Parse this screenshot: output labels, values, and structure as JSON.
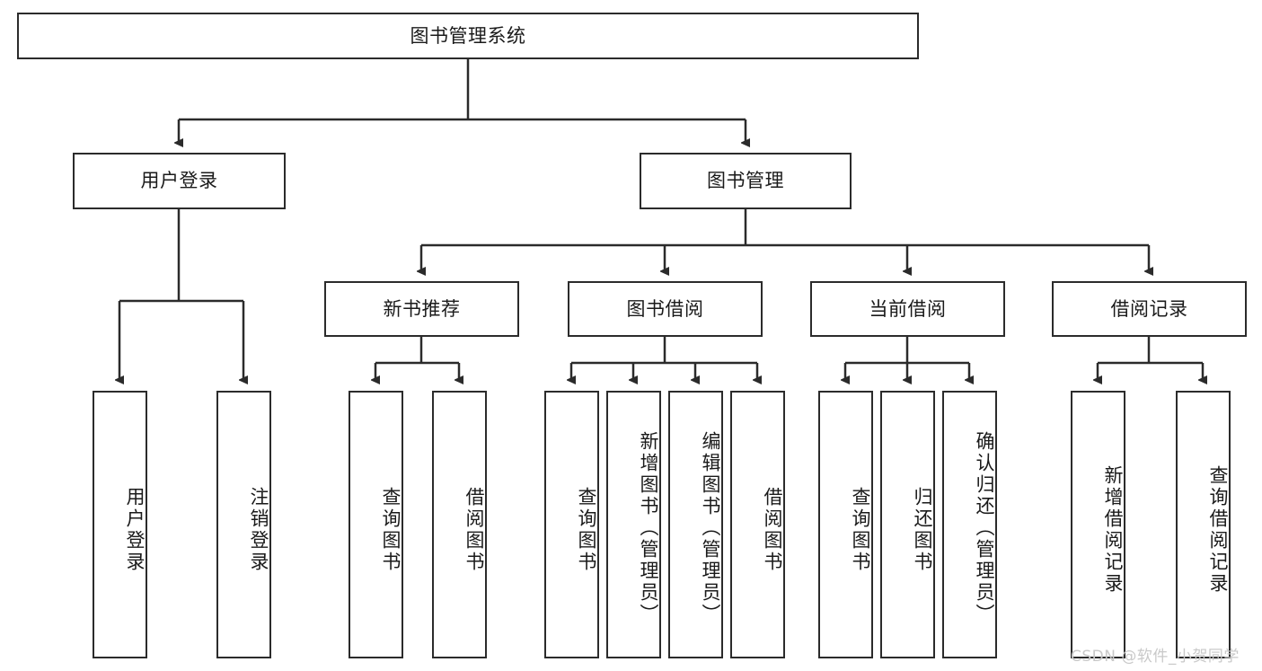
{
  "diagram": {
    "type": "hierarchy-tree",
    "title": "图书管理系统",
    "root": {
      "label": "图书管理系统"
    },
    "level2": [
      {
        "label": "用户登录"
      },
      {
        "label": "图书管理"
      }
    ],
    "level3": [
      {
        "label": "新书推荐"
      },
      {
        "label": "图书借阅"
      },
      {
        "label": "当前借阅"
      },
      {
        "label": "借阅记录"
      }
    ],
    "leaves": {
      "user_login": [
        {
          "label": "用户登录"
        },
        {
          "label": "注销登录"
        }
      ],
      "new_book_recommend": [
        {
          "label": "查询图书"
        },
        {
          "label": "借阅图书"
        }
      ],
      "book_borrow": [
        {
          "label": "查询图书"
        },
        {
          "label": "新增图书（管理员）"
        },
        {
          "label": "编辑图书（管理员）"
        },
        {
          "label": "借阅图书"
        }
      ],
      "current_borrow": [
        {
          "label": "查询图书"
        },
        {
          "label": "归还图书"
        },
        {
          "label": "确认归还（管理员）"
        }
      ],
      "borrow_record": [
        {
          "label": "新增借阅记录"
        },
        {
          "label": "查询借阅记录"
        }
      ]
    }
  },
  "watermark": {
    "text": "CSDN @软件_小贺同学"
  },
  "colors": {
    "border": "#2b2b2b",
    "text": "#1a1a1a",
    "background": "#ffffff",
    "watermark": "#c9c9c9"
  }
}
